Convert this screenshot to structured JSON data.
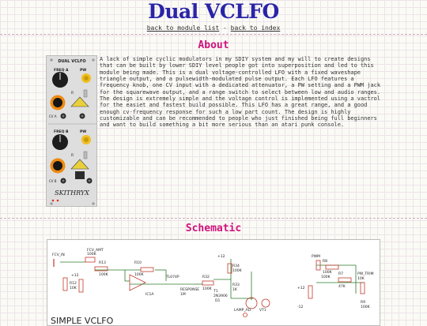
{
  "page": {
    "title": "Dual VCLFO"
  },
  "nav": {
    "back_to_module_list": "back to module list",
    "separator": " - ",
    "back_to_index": "back to index"
  },
  "about": {
    "heading": "About",
    "paragraph": "A lack of simple cyclic modulators in my SDIY system and my will to create designs that can be built by lower SDIY level people got into superposition and led to this module being made. This is a dual voltage-controlled LFO with a fixed waveshape triangle output, and a pulsewidth-modulated pulse output. Each LFO features a frequency knob, one CV input with a dedicated attenuator, a PW setting and a PWM jack for the squarewave output, and a range switch to select between low and audio ranges. The design is extremely simple and the voltage control is implemented using a vactrol for the easiet and fastest build possible. This LFO has a great range, and a good enough cv-frequency response for such a low part count. The design is highly customizable and can be recommended to people who just finished being full beginners and want to build something a bit more serious than an atari punk console."
  },
  "module": {
    "name": "DUAL VCLFO",
    "labels": {
      "freq_a": "FREQ A",
      "pw_a": "PW",
      "cv_a": "CV A",
      "freq_b": "FREQ B",
      "pw_b": "PW",
      "cv_b": "CV B",
      "r": "R"
    },
    "logo": "SKITHRYX"
  },
  "schematic": {
    "heading": "Schematic",
    "title": "SIMPLE VCLFO",
    "labels": {
      "fcv_in": "FCV_IN",
      "r13": "R13",
      "r13_val": "100K",
      "fcv_amt": "FCV_AMT",
      "fcv_amt_val": "100K",
      "r10": "R10",
      "r10_val": "100K",
      "tl074p": "TL074P",
      "ic1a": "IC1A",
      "r12": "R12",
      "r12_val": "10K",
      "response": "RESPONSE",
      "response_val": "1M",
      "r32": "R32",
      "r32_val": "100K",
      "r34": "R34",
      "r34_val": "100K",
      "t1": "T1",
      "t1_val": "2N3906",
      "r33": "R33",
      "r33_val": "1K",
      "d1": "D1",
      "lamp": "LAMP_ALT",
      "vt1": "VT1",
      "pwm": "PWM",
      "pwm_val": "100K",
      "r8": "R8",
      "r8_val": "100K",
      "r7": "R7",
      "r7_val": "47K",
      "pw_trim": "PW_TRIM",
      "pw_trim_val": "10K",
      "r9": "R9",
      "r9_val": "100K",
      "rail_plus": "+12",
      "rail_minus": "-12"
    }
  }
}
